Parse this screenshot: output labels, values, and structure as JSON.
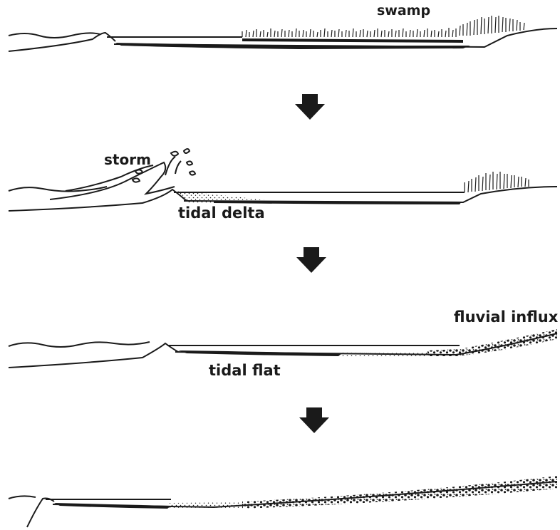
{
  "panels": [
    {
      "id": "stage-1",
      "labels": [
        "swamp"
      ]
    },
    {
      "id": "stage-2",
      "labels": [
        "storm",
        "tidal delta"
      ]
    },
    {
      "id": "stage-3",
      "labels": [
        "fluvial influx",
        "tidal flat"
      ]
    },
    {
      "id": "stage-4",
      "labels": []
    }
  ],
  "labels": {
    "swamp": "swamp",
    "storm": "storm",
    "tidal_delta": "tidal delta",
    "fluvial_influx": "fluvial influx",
    "tidal_flat": "tidal flat"
  },
  "colors": {
    "ink": "#1a1a1a",
    "background": "#ffffff"
  },
  "arrows": 3
}
